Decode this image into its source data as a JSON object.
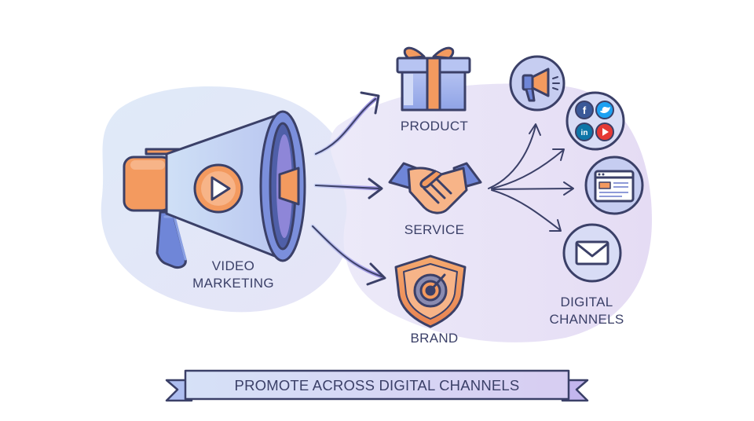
{
  "labels": {
    "video_line1": "VIDEO",
    "video_line2": "MARKETING",
    "product": "PRODUCT",
    "service": "SERVICE",
    "brand": "BRAND",
    "channels_line1": "DIGITAL",
    "channels_line2": "CHANNELS"
  },
  "banner": {
    "text": "PROMOTE ACROSS DIGITAL CHANNELS"
  },
  "social": {
    "facebook": "f",
    "linkedin": "in"
  },
  "colors": {
    "outline": "#3b4068",
    "orange": "#f39a5f",
    "orange_dark": "#e07a44",
    "blue": "#6f86d8",
    "purple": "#a99ce6",
    "facebook": "#3b5998",
    "twitter": "#1da1f2",
    "linkedin": "#0e76a8",
    "youtube": "#e53935"
  },
  "icons": [
    "megaphone-icon",
    "play-icon",
    "gift-icon",
    "handshake-icon",
    "shield-target-icon",
    "megaphone-channel-icon",
    "social-media-icon",
    "browser-icon",
    "email-icon"
  ]
}
